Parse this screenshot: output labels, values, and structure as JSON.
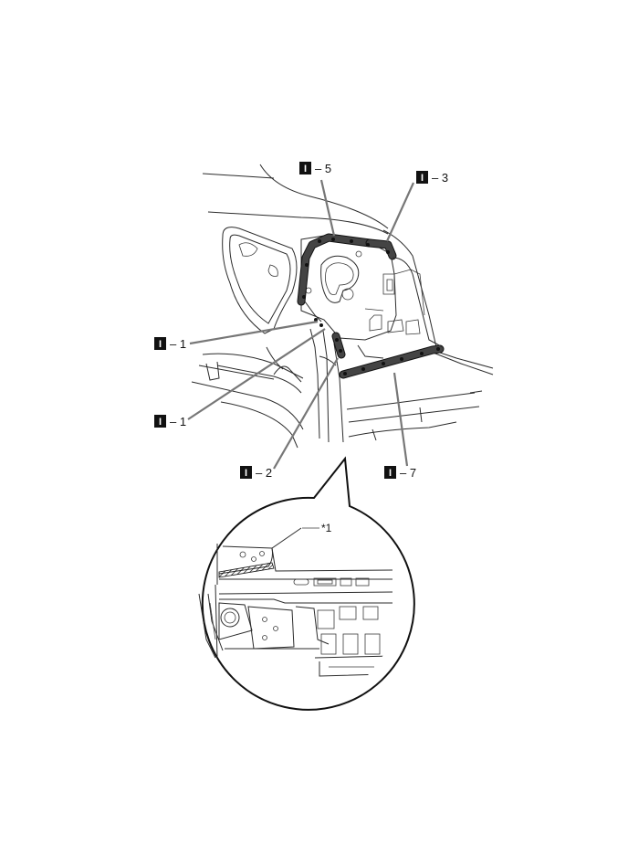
{
  "callouts": [
    {
      "id": "c5",
      "badge": "I",
      "text": "– 5"
    },
    {
      "id": "c3",
      "badge": "I",
      "text": "– 3"
    },
    {
      "id": "c1a",
      "badge": "I",
      "text": "– 1"
    },
    {
      "id": "c1b",
      "badge": "I",
      "text": "– 1"
    },
    {
      "id": "c2",
      "badge": "I",
      "text": "– 2"
    },
    {
      "id": "c7",
      "badge": "I",
      "text": "– 7"
    }
  ],
  "detail": {
    "marker": "*1"
  },
  "colors": {
    "badge": "#111111",
    "leader": "#777777",
    "sealer": "#444444"
  }
}
